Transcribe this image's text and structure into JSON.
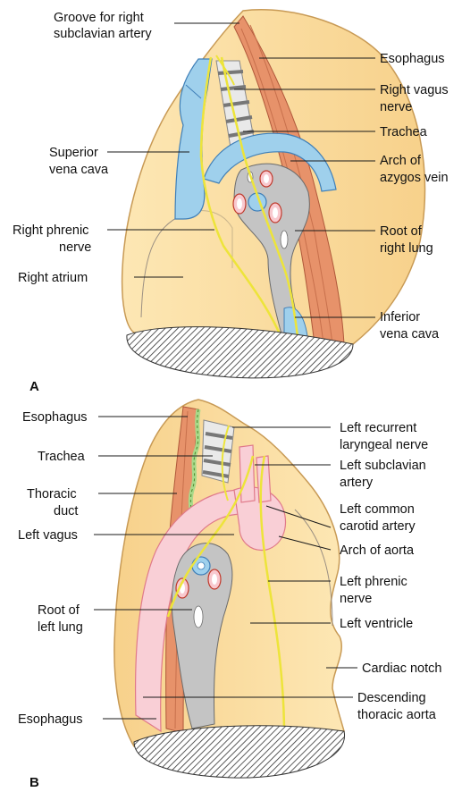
{
  "panel_a": {
    "letter": "A",
    "labels": {
      "groove_l1": "Groove for right",
      "groove_l2": "subclavian artery",
      "esophagus": "Esophagus",
      "vagus_l1": "Right vagus",
      "vagus_l2": "nerve",
      "trachea": "Trachea",
      "azygos_l1": "Arch of",
      "azygos_l2": "azygos vein",
      "svc_l1": "Superior",
      "svc_l2": "vena cava",
      "root_l1": "Root of",
      "root_l2": "right lung",
      "phrenic_l1": "Right phrenic",
      "phrenic_l2": "nerve",
      "atrium": "Right atrium",
      "ivc_l1": "Inferior",
      "ivc_l2": "vena cava"
    }
  },
  "panel_b": {
    "letter": "B",
    "labels": {
      "esophagus_top": "Esophagus",
      "recurrent_l1": "Left recurrent",
      "recurrent_l2": "laryngeal nerve",
      "trachea": "Trachea",
      "subclavian_l1": "Left subclavian",
      "subclavian_l2": "artery",
      "duct_l1": "Thoracic",
      "duct_l2": "duct",
      "carotid_l1": "Left common",
      "carotid_l2": "carotid artery",
      "vagus": "Left vagus",
      "arch": "Arch of aorta",
      "phrenic_l1": "Left phrenic",
      "phrenic_l2": "nerve",
      "root_l1": "Root of",
      "root_l2": "left lung",
      "ventricle": "Left ventricle",
      "notch": "Cardiac notch",
      "desc_l1": "Descending",
      "desc_l2": "thoracic aorta",
      "esophagus_bottom": "Esophagus"
    }
  },
  "colors": {
    "lung_fill": "#fbe0a4",
    "lung_outline": "#c89a55",
    "esophagus": "#e7926a",
    "vein_blue": "#9fd0ec",
    "artery_pink": "#f9cfd6",
    "nerve_yellow": "#ede43a",
    "hilum_gray": "#c4c4c4",
    "duct_green": "#a8d98a"
  }
}
